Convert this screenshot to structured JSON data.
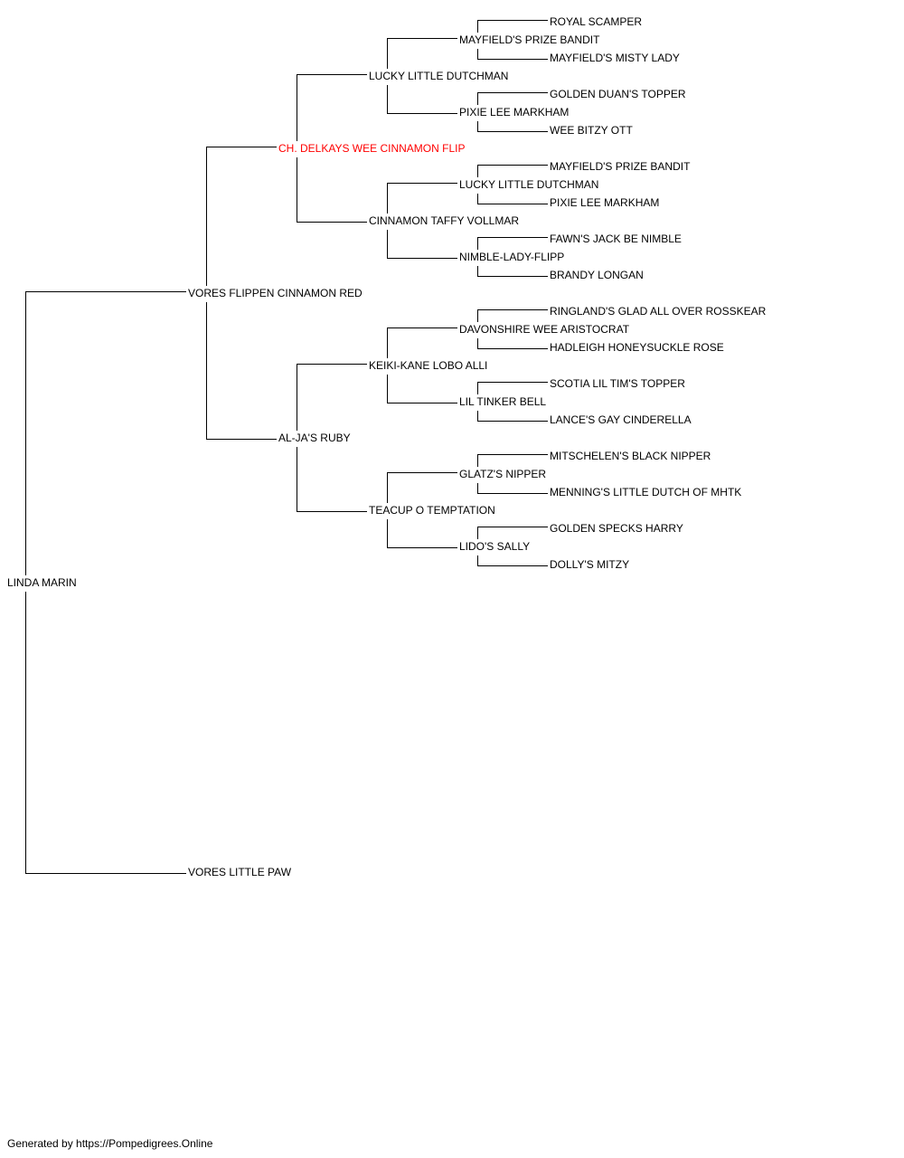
{
  "pedigree": {
    "subject": {
      "name": "LINDA MARIN"
    },
    "sire": {
      "name": "VORES FLIPPEN CINNAMON RED"
    },
    "dam": {
      "name": "VORES LITTLE PAW"
    },
    "sire_sire": {
      "name": "CH. DELKAYS WEE CINNAMON FLIP",
      "color": "#ff0000"
    },
    "sire_dam": {
      "name": "AL-JA'S RUBY"
    },
    "g3": [
      {
        "name": "LUCKY LITTLE DUTCHMAN"
      },
      {
        "name": "CINNAMON TAFFY VOLLMAR"
      },
      {
        "name": "KEIKI-KANE LOBO ALLI"
      },
      {
        "name": "TEACUP O TEMPTATION"
      }
    ],
    "g4": [
      {
        "name": "MAYFIELD'S PRIZE BANDIT"
      },
      {
        "name": "PIXIE LEE MARKHAM"
      },
      {
        "name": "LUCKY LITTLE DUTCHMAN"
      },
      {
        "name": "NIMBLE-LADY-FLIPP"
      },
      {
        "name": "DAVONSHIRE WEE ARISTOCRAT"
      },
      {
        "name": "LIL TINKER BELL"
      },
      {
        "name": "GLATZ'S NIPPER"
      },
      {
        "name": "LIDO'S SALLY"
      }
    ],
    "g5": [
      {
        "name": "ROYAL SCAMPER"
      },
      {
        "name": "MAYFIELD'S MISTY LADY"
      },
      {
        "name": "GOLDEN DUAN'S TOPPER"
      },
      {
        "name": "WEE BITZY OTT"
      },
      {
        "name": "MAYFIELD'S PRIZE BANDIT"
      },
      {
        "name": "PIXIE LEE MARKHAM"
      },
      {
        "name": "FAWN'S JACK BE NIMBLE"
      },
      {
        "name": "BRANDY LONGAN"
      },
      {
        "name": "RINGLAND'S GLAD ALL OVER ROSSKEAR"
      },
      {
        "name": "HADLEIGH HONEYSUCKLE ROSE"
      },
      {
        "name": "SCOTIA LIL TIM'S TOPPER"
      },
      {
        "name": "LANCE'S GAY CINDERELLA"
      },
      {
        "name": "MITSCHELEN'S BLACK NIPPER"
      },
      {
        "name": "MENNING'S LITTLE DUTCH OF MHTK"
      },
      {
        "name": "GOLDEN SPECKS HARRY"
      },
      {
        "name": "DOLLY'S MITZY"
      }
    ]
  },
  "footer": "Generated by https://Pompedigrees.Online",
  "colors": {
    "line": "#000000",
    "text": "#000000",
    "highlight": "#ff0000"
  }
}
